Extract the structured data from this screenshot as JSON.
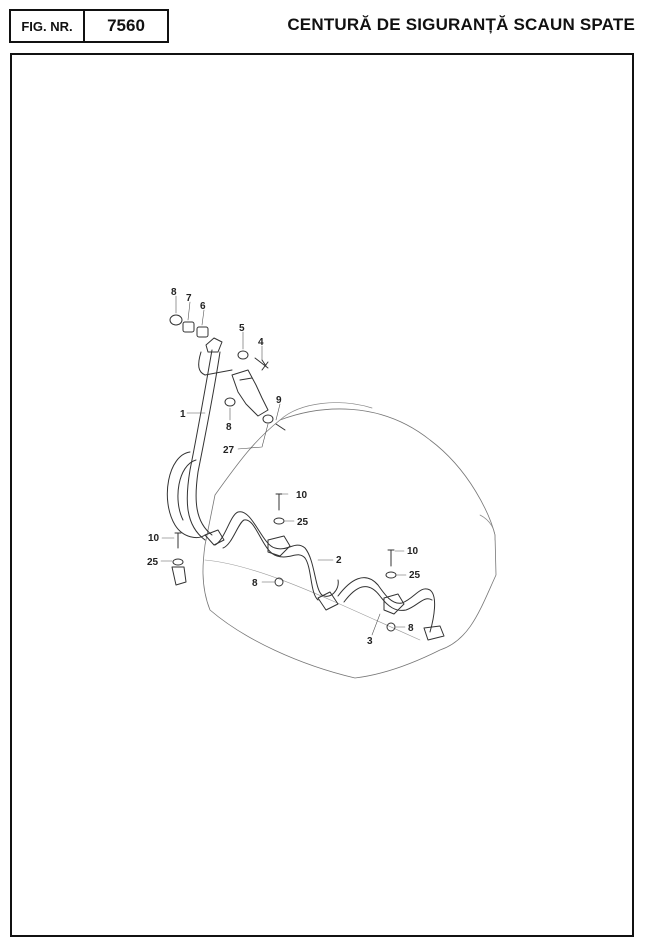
{
  "header": {
    "fig_label": "FIG. NR.",
    "fig_number": "7560",
    "title": "CENTURĂ DE SIGURANȚĂ SCAUN SPATE"
  },
  "diagram": {
    "callouts": {
      "c8a": "8",
      "c7": "7",
      "c6": "6",
      "c5": "5",
      "c4": "4",
      "c1": "1",
      "c8b": "8",
      "c9": "9",
      "c27": "27",
      "c10a": "10",
      "c25a": "25",
      "c2": "2",
      "c8c": "8",
      "c10b": "10",
      "c25b": "25",
      "c10c": "10",
      "c25c": "25",
      "c8d": "8",
      "c3": "3"
    }
  }
}
